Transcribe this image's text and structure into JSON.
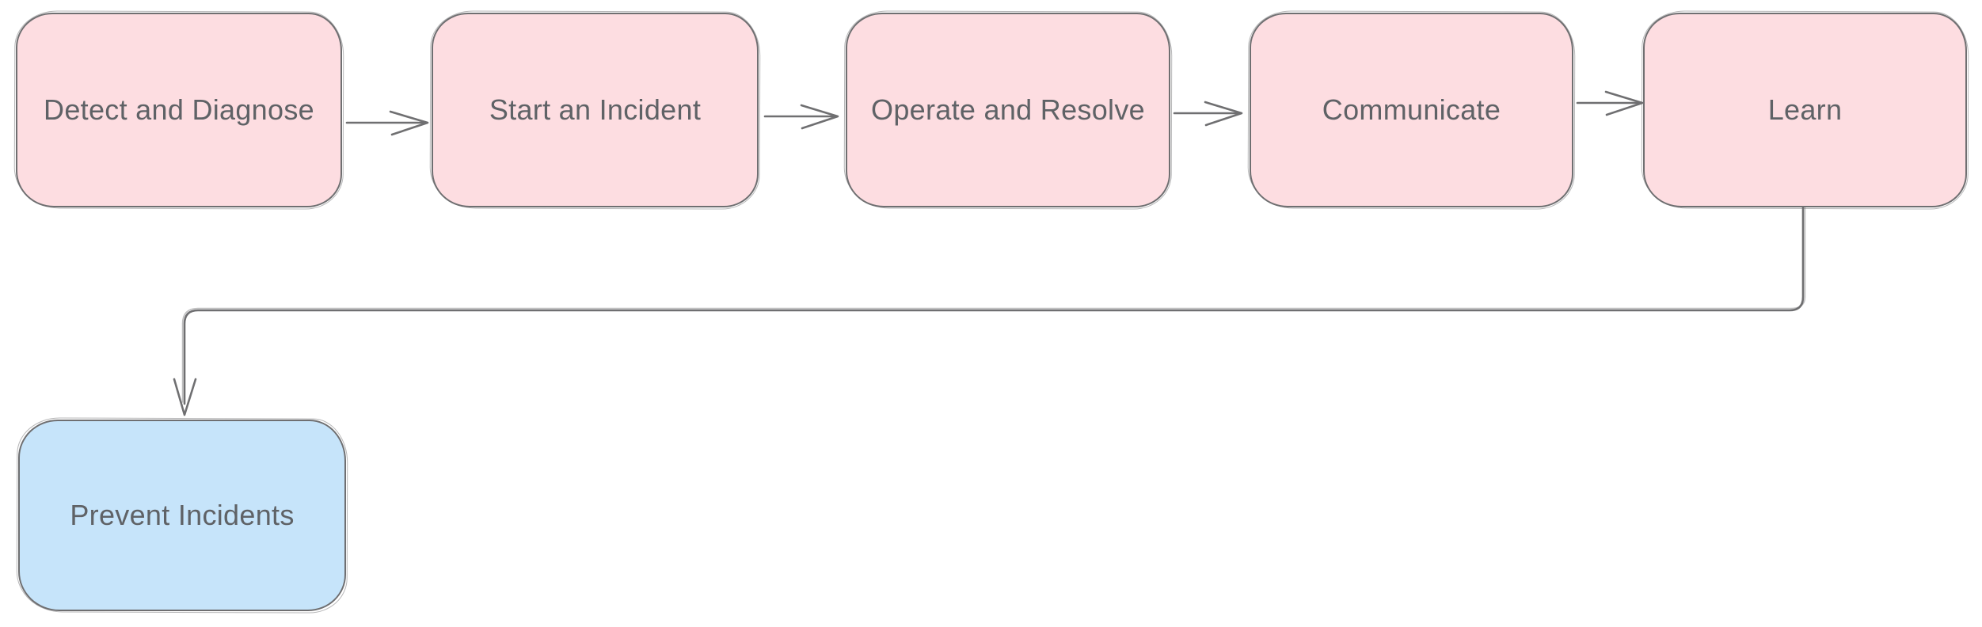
{
  "diagram": {
    "type": "flowchart",
    "background": "#ffffff",
    "connector_color": "#6f6f71",
    "nodes": [
      {
        "id": "detect-and-diagnose",
        "label": "Detect and Diagnose",
        "shape": "rounded-rectangle",
        "fill": "#fddde1",
        "stroke": "#6f6f71",
        "text_color": "#5f6266"
      },
      {
        "id": "start-an-incident",
        "label": "Start an Incident",
        "shape": "rounded-rectangle",
        "fill": "#fddde1",
        "stroke": "#6f6f71",
        "text_color": "#5f6266"
      },
      {
        "id": "operate-and-resolve",
        "label": "Operate and Resolve",
        "shape": "rounded-rectangle",
        "fill": "#fddde1",
        "stroke": "#6f6f71",
        "text_color": "#5f6266"
      },
      {
        "id": "communicate",
        "label": "Communicate",
        "shape": "rounded-rectangle",
        "fill": "#fddde1",
        "stroke": "#6f6f71",
        "text_color": "#5f6266"
      },
      {
        "id": "learn",
        "label": "Learn",
        "shape": "rounded-rectangle",
        "fill": "#fddde1",
        "stroke": "#6f6f71",
        "text_color": "#5f6266"
      },
      {
        "id": "prevent-incidents",
        "label": "Prevent Incidents",
        "shape": "rounded-rectangle",
        "fill": "#c6e4fa",
        "stroke": "#6f6f71",
        "text_color": "#5f6266"
      }
    ],
    "edges": [
      {
        "from": "detect-and-diagnose",
        "to": "start-an-incident",
        "style": "straight-arrow"
      },
      {
        "from": "start-an-incident",
        "to": "operate-and-resolve",
        "style": "straight-arrow"
      },
      {
        "from": "operate-and-resolve",
        "to": "communicate",
        "style": "straight-arrow"
      },
      {
        "from": "communicate",
        "to": "learn",
        "style": "straight-arrow"
      },
      {
        "from": "learn",
        "to": "prevent-incidents",
        "style": "elbow-arrow"
      }
    ]
  }
}
